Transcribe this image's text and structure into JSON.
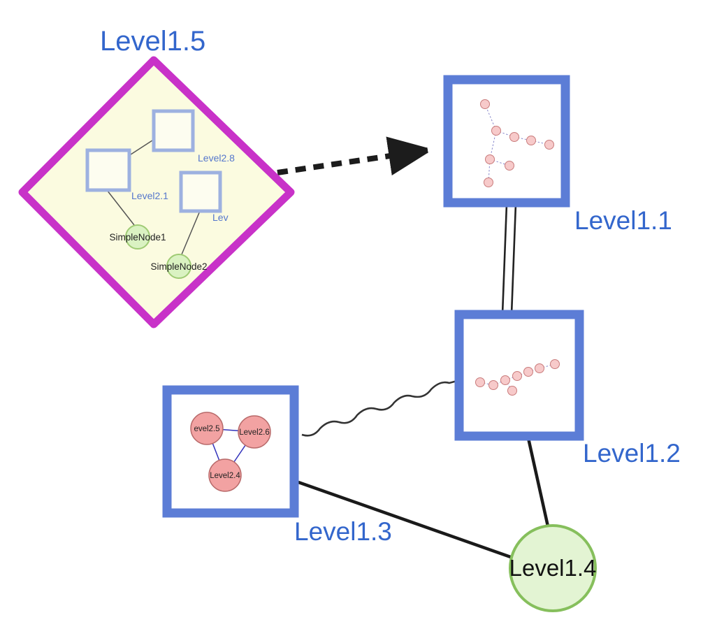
{
  "diagram": {
    "level15": {
      "label": "Level1.5",
      "shape": "diamond-group",
      "children": {
        "level28": {
          "label": "Level2.8",
          "shape": "square"
        },
        "level21": {
          "label": "Level2.1",
          "shape": "square"
        },
        "lev": {
          "label": "Lev",
          "shape": "square"
        },
        "simplenode1": {
          "label": "SimpleNode1",
          "shape": "circle"
        },
        "simplenode2": {
          "label": "SimpleNode2",
          "shape": "circle"
        }
      }
    },
    "level11": {
      "label": "Level1.1",
      "shape": "square-group"
    },
    "level12": {
      "label": "Level1.2",
      "shape": "square-group"
    },
    "level13": {
      "label": "Level1.3",
      "shape": "square-group",
      "children": {
        "level25": {
          "label": "evel2.5",
          "shape": "circle"
        },
        "level26": {
          "label": "Level2.6",
          "shape": "circle"
        },
        "level24": {
          "label": "Level2.4",
          "shape": "circle"
        }
      }
    },
    "level14": {
      "label": "Level1.4",
      "shape": "circle"
    },
    "edges": [
      {
        "from": "Level1.5",
        "to": "Level1.1",
        "style": "thick-dashed-arrow"
      },
      {
        "from": "Level1.1",
        "to": "Level1.2",
        "style": "double-parallel-line"
      },
      {
        "from": "Level1.3",
        "to": "Level1.2",
        "style": "wavy-line"
      },
      {
        "from": "Level1.3",
        "to": "Level1.4",
        "style": "thick-solid-line"
      },
      {
        "from": "Level1.2",
        "to": "Level1.4",
        "style": "thick-solid-line"
      }
    ],
    "colors": {
      "label_blue": "#3366cc",
      "node_border_blue": "#5c7dd6",
      "group_border_magenta": "#c832c8",
      "group_fill_yellow": "#fbfbe0",
      "inner_square_border": "#9db1e0",
      "green_fill": "#daf2c2",
      "green_border": "#9fcb74",
      "level14_fill": "#e3f4d3",
      "level14_border": "#86bf5c",
      "pink_fill": "#f2a2a2",
      "pink_border": "#b86a6a",
      "small_node_fill": "#f7caca",
      "small_node_border": "#c97b7b",
      "edge_black": "#1c1c1c",
      "inner_edge_blue": "#3333bb",
      "dashed_edge_blue": "#8888cc"
    }
  }
}
